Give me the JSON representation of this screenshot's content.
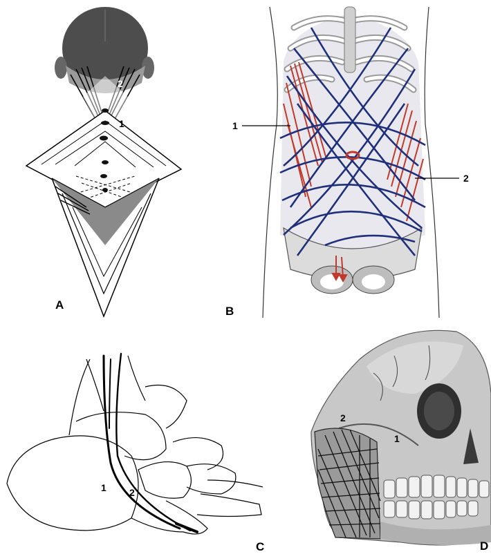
{
  "panels": [
    {
      "letter": "A",
      "labels": [
        "2",
        "1"
      ]
    },
    {
      "letter": "B",
      "labels": [
        "1",
        "2"
      ]
    },
    {
      "letter": "C",
      "labels": [
        "1",
        "2"
      ]
    },
    {
      "letter": "D",
      "labels": [
        "2",
        "1"
      ]
    }
  ],
  "colors": {
    "line": "#000000",
    "muscle_red": "#c0392b",
    "fascia_blue": "#1f2f7a",
    "skin_gray": "#555555",
    "bone_light": "#d9d9d9",
    "bone_mid": "#b5b5b5"
  }
}
